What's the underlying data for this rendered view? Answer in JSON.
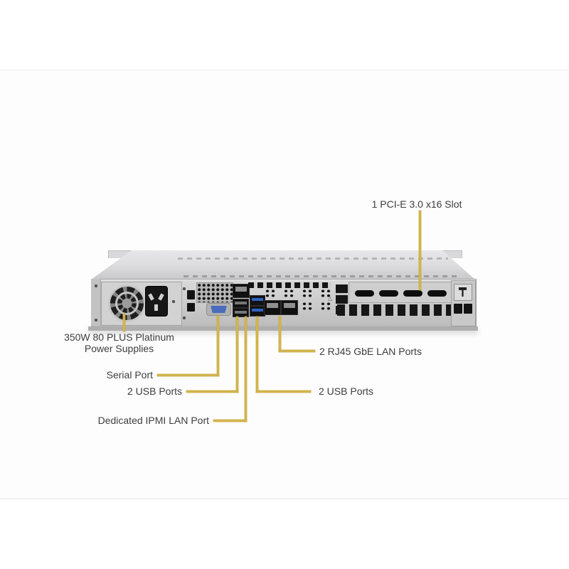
{
  "figure": {
    "subject": "1U rackmount server chassis rear view",
    "style": {
      "callout_line_color": "#d2b44c",
      "label_text_color": "#3d3d3d",
      "background_color": "#ffffff"
    },
    "callouts": {
      "pcie_slot": "1 PCI-E 3.0 x16 Slot",
      "power_supply_line1": "350W 80 PLUS Platinum",
      "power_supply_line2": "Power Supplies",
      "serial_port": "Serial Port",
      "usb_left": "2 USB Ports",
      "ipmi_lan": "Dedicated IPMI  LAN Port",
      "lan_ports": "2 RJ45 GbE LAN Ports",
      "usb_right": "2 USB Ports"
    }
  }
}
